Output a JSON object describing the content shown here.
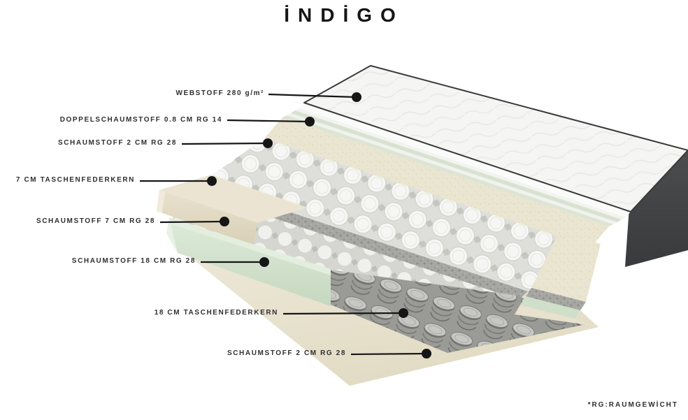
{
  "title": "İNDİGO",
  "footnote": "*RG:RAUMGEWİCHT",
  "diagram": {
    "subject": "mattress-layer-cutaway",
    "labels": [
      {
        "id": "webstoff",
        "text": "WEBSTOFF 280 g/m²"
      },
      {
        "id": "doppelschaumstoff",
        "text": "DOPPELSCHAUMSTOFF 0.8 CM RG 14"
      },
      {
        "id": "schaumstoff-2cm-top",
        "text": "SCHAUMSTOFF 2 CM RG 28"
      },
      {
        "id": "taschenfederkern-7cm",
        "text": "7 CM TASCHENFEDERKERN"
      },
      {
        "id": "schaumstoff-7cm",
        "text": "SCHAUMSTOFF 7 CM RG 28"
      },
      {
        "id": "schaumstoff-18cm",
        "text": "SCHAUMSTOFF 18 CM RG 28"
      },
      {
        "id": "taschenfederkern-18cm",
        "text": "18 CM TASCHENFEDERKERN"
      },
      {
        "id": "schaumstoff-2cm-bottom",
        "text": "SCHAUMSTOFF 2 CM RG 28"
      }
    ],
    "colors": {
      "callout": "#161616",
      "label_text": "#2f2f31",
      "quilt_top": "#f5f5f3",
      "outline": "#3a3a3c",
      "cream_foam": "#eae5d1",
      "green_foam": "#d8e6d4",
      "spring_white": "#f6f6f4",
      "spring_gray": "#c7c7c4",
      "felt_gray": "#a6a6a2",
      "side_dark": "#404144"
    }
  }
}
